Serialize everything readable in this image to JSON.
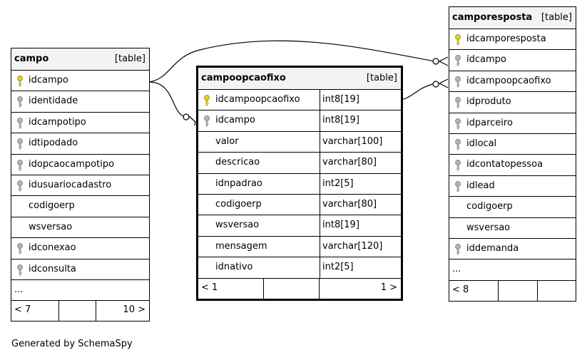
{
  "tables": {
    "campo": {
      "name": "campo",
      "type_tag": "[table]",
      "columns": [
        {
          "name": "idcampo",
          "key": "primary"
        },
        {
          "name": "identidade",
          "key": "foreign"
        },
        {
          "name": "idcampotipo",
          "key": "foreign"
        },
        {
          "name": "idtipodado",
          "key": "foreign"
        },
        {
          "name": "idopcaocampotipo",
          "key": "foreign"
        },
        {
          "name": "idusuariocadastro",
          "key": "foreign"
        },
        {
          "name": "codigoerp",
          "key": "none"
        },
        {
          "name": "wsversao",
          "key": "none"
        },
        {
          "name": "idconexao",
          "key": "foreign"
        },
        {
          "name": "idconsulta",
          "key": "foreign"
        }
      ],
      "more": "...",
      "footer_left": "< 7",
      "footer_right": "10 >"
    },
    "campoopcaofixo": {
      "name": "campoopcaofixo",
      "type_tag": "[table]",
      "columns": [
        {
          "name": "idcampoopcaofixo",
          "type": "int8[19]",
          "key": "primary"
        },
        {
          "name": "idcampo",
          "type": "int8[19]",
          "key": "foreign"
        },
        {
          "name": "valor",
          "type": "varchar[100]",
          "key": "none"
        },
        {
          "name": "descricao",
          "type": "varchar[80]",
          "key": "none"
        },
        {
          "name": "idnpadrao",
          "type": "int2[5]",
          "key": "none"
        },
        {
          "name": "codigoerp",
          "type": "varchar[80]",
          "key": "none"
        },
        {
          "name": "wsversao",
          "type": "int8[19]",
          "key": "none"
        },
        {
          "name": "mensagem",
          "type": "varchar[120]",
          "key": "none"
        },
        {
          "name": "idnativo",
          "type": "int2[5]",
          "key": "none"
        }
      ],
      "footer_left": "< 1",
      "footer_right": "1 >"
    },
    "camporesposta": {
      "name": "camporesposta",
      "type_tag": "[table]",
      "columns": [
        {
          "name": "idcamporesposta",
          "key": "primary"
        },
        {
          "name": "idcampo",
          "key": "foreign"
        },
        {
          "name": "idcampoopcaofixo",
          "key": "foreign"
        },
        {
          "name": "idproduto",
          "key": "foreign"
        },
        {
          "name": "idparceiro",
          "key": "foreign"
        },
        {
          "name": "idlocal",
          "key": "foreign"
        },
        {
          "name": "idcontatopessoa",
          "key": "foreign"
        },
        {
          "name": "idlead",
          "key": "foreign"
        },
        {
          "name": "codigoerp",
          "key": "none"
        },
        {
          "name": "wsversao",
          "key": "none"
        },
        {
          "name": "iddemanda",
          "key": "foreign"
        }
      ],
      "more": "...",
      "footer_left": "< 8"
    }
  },
  "colors": {
    "primary_key": "#e8d200",
    "foreign_key": "#b4b4b4",
    "header_bg": "#f3f3f3",
    "line": "#000000"
  },
  "credit": "Generated by SchemaSpy"
}
